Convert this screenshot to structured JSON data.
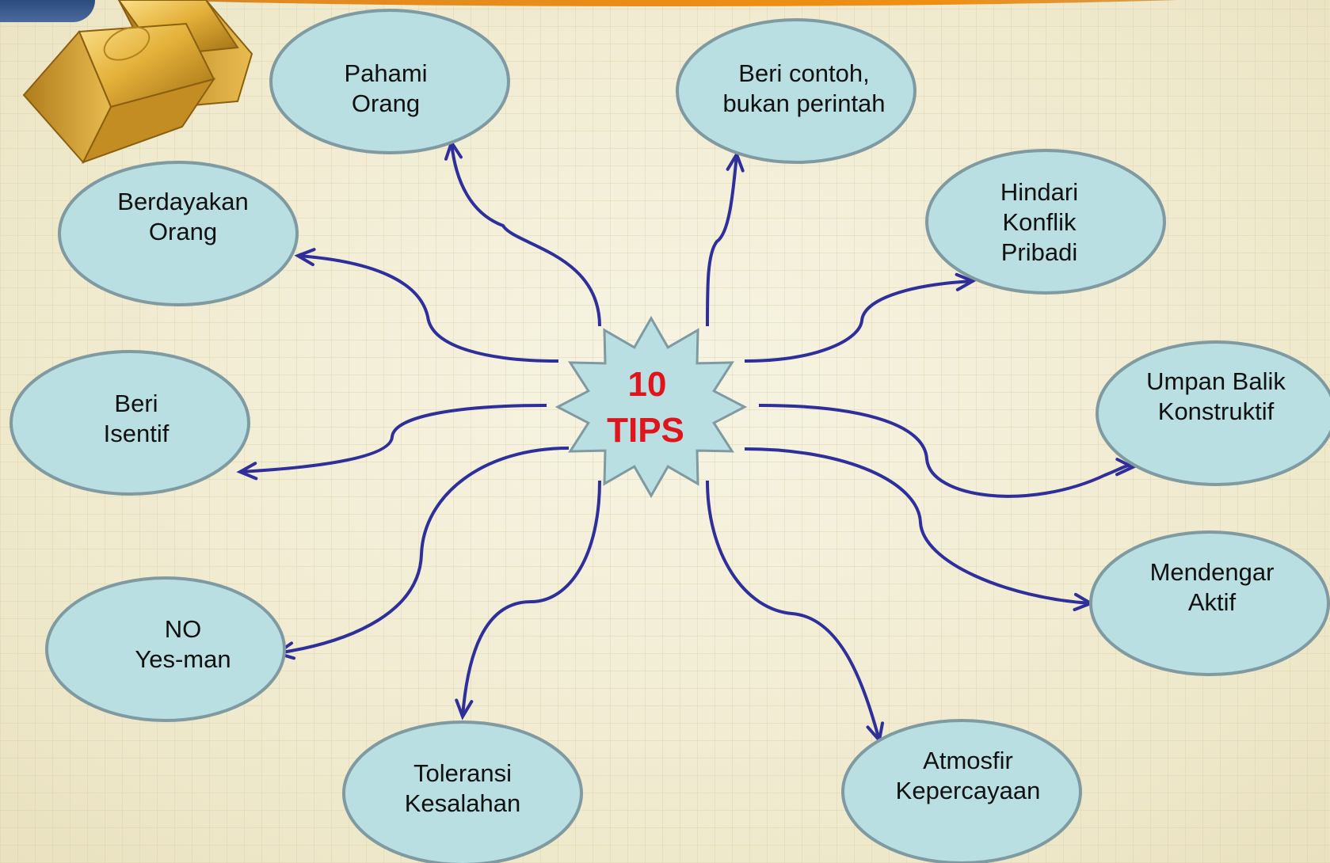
{
  "colors": {
    "node_fill": "#b9dfe2",
    "node_stroke": "#7f9aa0",
    "arrow": "#2e2f9a",
    "center_text": "#e0141b",
    "star_fill": "#b9dfe2",
    "star_stroke": "#7f9aa0"
  },
  "center": {
    "line1": "10",
    "line2": "TIPS"
  },
  "nodes": [
    {
      "id": "pahami-orang",
      "lines": [
        "Pahami",
        "Orang"
      ]
    },
    {
      "id": "beri-contoh",
      "lines": [
        "Beri contoh,",
        "bukan perintah"
      ]
    },
    {
      "id": "hindari-konflik",
      "lines": [
        "Hindari",
        "Konflik",
        "Pribadi"
      ]
    },
    {
      "id": "umpan-balik",
      "lines": [
        "Umpan Balik",
        "Konstruktif"
      ]
    },
    {
      "id": "mendengar-aktif",
      "lines": [
        "Mendengar",
        "Aktif"
      ]
    },
    {
      "id": "atmosfir-kepercayaan",
      "lines": [
        "Atmosfir",
        "Kepercayaan"
      ]
    },
    {
      "id": "toleransi-kesalahan",
      "lines": [
        "Toleransi",
        "Kesalahan"
      ]
    },
    {
      "id": "no-yes-man",
      "lines": [
        "NO",
        "Yes-man"
      ]
    },
    {
      "id": "beri-isentif",
      "lines": [
        "Beri",
        "Isentif"
      ]
    },
    {
      "id": "berdayakan-orang",
      "lines": [
        "Berdayakan",
        "Orang"
      ]
    }
  ],
  "decor": {
    "gold_bar_icon": "gold-bar-icon"
  }
}
